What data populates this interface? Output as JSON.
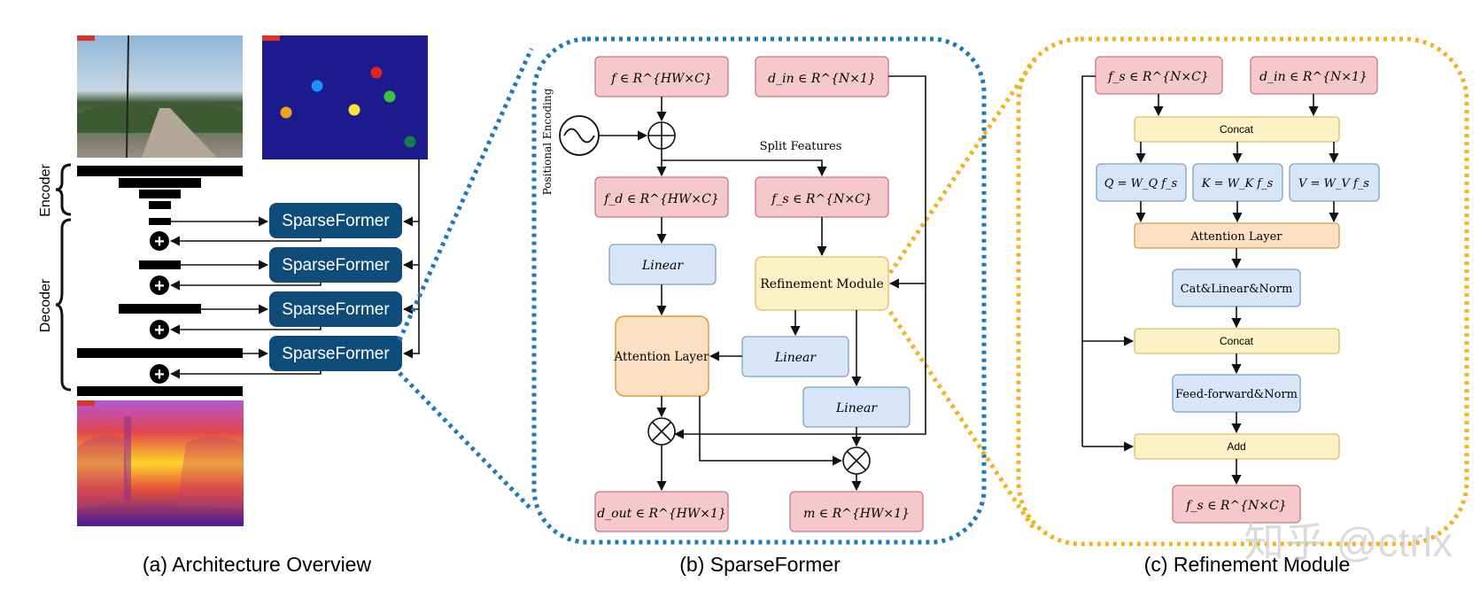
{
  "panel_a": {
    "encoder_label": "Encoder",
    "decoder_label": "Decoder",
    "module_label": "SparseFormer",
    "plus_symbol": "+",
    "caption": "(a)  Architecture Overview"
  },
  "panel_b": {
    "f_in": "f ∈ R^{HW×C}",
    "d_in": "d_in ∈ R^{N×1}",
    "positional_encoding": "Positional Encoding",
    "split_features": "Split Features",
    "f_d": "f_d ∈ R^{HW×C}",
    "f_s": "f_s ∈ R^{N×C}",
    "linear": "Linear",
    "refinement_module": "Refinement Module",
    "attention_layer": "Attention Layer",
    "d_out": "d_out ∈ R^{HW×1}",
    "m_out": "m ∈ R^{HW×1}",
    "caption": "(b)  SparseFormer"
  },
  "panel_c": {
    "f_s_in": "f_s ∈ R^{N×C}",
    "d_in": "d_in ∈ R^{N×1}",
    "concat": "Concat",
    "q": "Q = W_Q f_s",
    "k": "K = W_K f_s",
    "v": "V = W_V f_s",
    "attention_layer": "Attention Layer",
    "cat_linear_norm": "Cat&Linear&Norm",
    "concat2": "Concat",
    "feed_forward_norm": "Feed-forward&Norm",
    "add": "Add",
    "f_s_out": "f_s ∈ R^{N×C}",
    "caption": "(c)  Refinement Module"
  },
  "watermark": "知乎 @ctrlx",
  "colors": {
    "pink_fill": "#f5c9cc",
    "pink_stroke": "#c9777d",
    "blue_fill": "#d7e6f7",
    "blue_stroke": "#7ea1c8",
    "yellow_fill": "#fdf1c6",
    "yellow_stroke": "#d8bf6a",
    "orange_fill": "#fde0c4",
    "orange_stroke": "#d3a03d",
    "module_blue": "#0f4c7a",
    "dotted_blue": "#1e79b6",
    "dotted_orange": "#f0b323"
  }
}
